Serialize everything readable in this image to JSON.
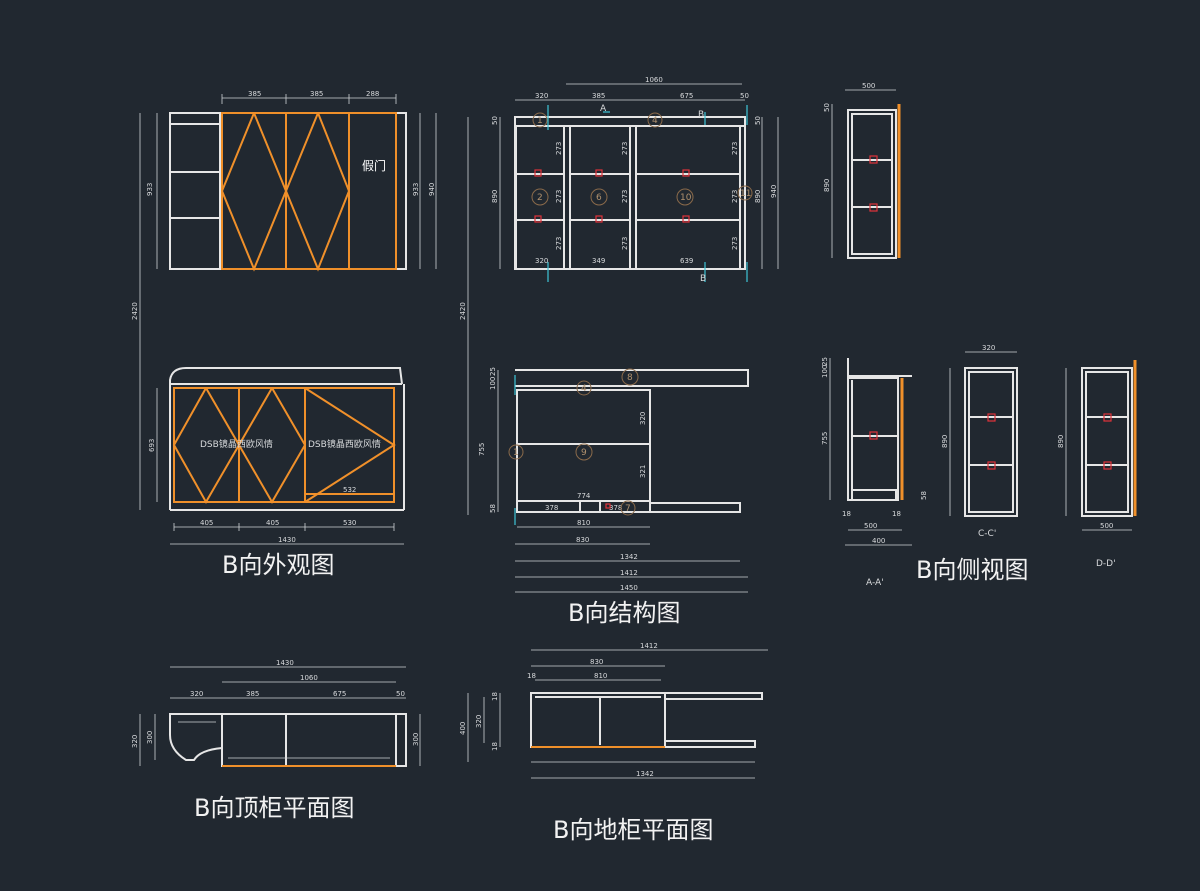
{
  "titles": {
    "exterior": "B向外观图",
    "structure": "B向结构图",
    "side": "B向侧视图",
    "top_cabinet_plan": "B向顶柜平面图",
    "floor_cabinet_plan": "B向地柜平面图"
  },
  "notes": {
    "fake_door": "假门",
    "panel_text_1": "DSB镜晶西欧风情",
    "panel_text_2": "DSB镜晶西欧风情"
  },
  "section_labels": {
    "aa": "A-A'",
    "cc": "C-C'",
    "dd": "D-D'",
    "a_mark": "A",
    "b_mark": "B"
  },
  "dims": {
    "ext_top": [
      "385",
      "385",
      "288"
    ],
    "ext_left_933": "933",
    "ext_right_933": "933",
    "ext_right_940": "940",
    "ext_total_2420": "2420",
    "ext_lower_693": "693",
    "ext_bottom": [
      "405",
      "405",
      "530"
    ],
    "ext_1430": "1430",
    "ext_532": "532",
    "str_1060": "1060",
    "str_top": [
      "320",
      "385",
      "675",
      "50"
    ],
    "str_left_50": "50",
    "str_left_890": "890",
    "str_right_50": "50",
    "str_right_890": "890",
    "str_right_940": "940",
    "str_273": "273",
    "str_bottom": [
      "320",
      "349",
      "639"
    ],
    "str_2420": "2420",
    "str_25": "25",
    "str_100": "100",
    "str_755": "755",
    "str_58": "58",
    "str_320": "320",
    "str_321": "321",
    "str_774": "774",
    "str_378a": "378",
    "str_378b": "378",
    "str_810": "810",
    "str_830": "830",
    "str_1342": "1342",
    "str_1412": "1412",
    "str_1450": "1450",
    "side_500a": "500",
    "side_50": "50",
    "side_890": "890",
    "side_25": "25",
    "side_100": "100",
    "side_755": "755",
    "side_18a": "18",
    "side_18b": "18",
    "side_500b": "500",
    "side_400": "400",
    "side_58": "58",
    "cc_320": "320",
    "cc_890": "890",
    "dd_890": "890",
    "dd_500": "500",
    "tp_1430": "1430",
    "tp_1060": "1060",
    "tp_row": [
      "320",
      "385",
      "675",
      "50"
    ],
    "tp_320": "320",
    "tp_300": "300",
    "tp_300r": "300",
    "fp_1412": "1412",
    "fp_830": "830",
    "fp_18": "18",
    "fp_810": "810",
    "fp_400": "400",
    "fp_320": "320",
    "fp_18b": "18",
    "fp_18c": "18",
    "fp_1342": "1342"
  },
  "balloons": [
    "1",
    "2",
    "6",
    "10",
    "11",
    "4",
    "8",
    "1",
    "9",
    "7"
  ]
}
